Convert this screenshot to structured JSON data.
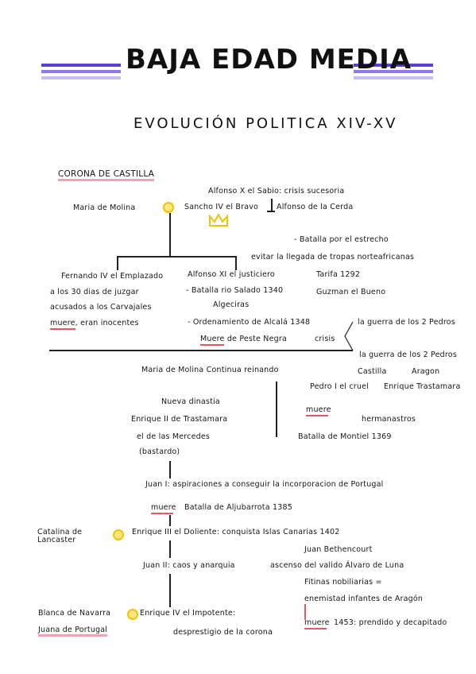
{
  "header": {
    "title": "BAJA EDAD MEDIA",
    "subtitle": "EVOLUCIÓN POLITICA  XIV-XV",
    "accent_colors": [
      "#5b3fd6",
      "#8f7ae6",
      "#c8bdf3"
    ]
  },
  "section": {
    "heading": "CORONA DE CASTILLA"
  },
  "notes": {
    "alfonso_x": "Alfonso X el Sabio: crisis sucesoria",
    "maria_molina": "Maria de Molina",
    "sancho_iv": "Sancho IV el Bravo",
    "alfonso_cerda": "Alfonso de la Cerda",
    "batalla_estrecho": "- Batalla por el estrecho",
    "evitar_llegada": "evitar la llegada de tropas norteafricanas",
    "fernando_iv": "Fernando IV el Emplazado",
    "alfonso_xi": "Alfonso XI el justiciero",
    "tarifa": "Tarifa 1292",
    "guzman": "Guzman el Bueno",
    "treinta_dias": "a los 30 dias de juzgar",
    "acusados": "acusados a los Carvajales",
    "muere_inocentes": "muere, eran inocentes",
    "batalla_salado": "- Batalla rio Salado 1340",
    "algeciras": "Algeciras",
    "ordenamiento": "- Ordenamiento de Alcalá 1348",
    "muere_peste": "Muere de Peste Negra",
    "crisis": "crisis",
    "guerra_dos_pedros": "la guerra de los 2 Pedros",
    "guerra_2_pedros": "la guerra de los 2 Pedros",
    "castilla": "Castilla",
    "aragon": "Aragon",
    "maria_continua": "Maria de Molina Continua reinando",
    "pedro_cruel": "Pedro I el cruel",
    "enrique_trastamara_right": "Enrique Trastamara",
    "nueva_dinastia": "Nueva dinastia",
    "enrique_ii": "Enrique II de Trastamara",
    "mercedes": "el de las Mercedes",
    "bastardo": "(bastardo)",
    "muere_1": "muere",
    "hermanastros": "hermanastros",
    "batalla_montiel": "Batalla de Montiel 1369",
    "juan_i": "Juan I: aspiraciones a conseguir la incorporacion de Portugal",
    "muere_2": "muere",
    "aljubarrota": "Batalla de Aljubarrota 1385",
    "catalina": "Catalina de Lancaster",
    "enrique_iii": "Enrique III el Doliente: conquista Islas Canarias 1402",
    "bethencourt": "Juan Bethencourt",
    "juan_ii": "Juan II: caos y anarquia",
    "ascenso_alvaro": "ascenso del valido Álvaro de Luna",
    "fitinas": "Fitinas nobiliarias =",
    "enemistad": "enemistad infantes de Aragón",
    "blanca": "Blanca de Navarra",
    "enrique_iv": "Enrique IV el Impotente:",
    "juana": "Juana de Portugal",
    "desprestigio": "desprestigio de la corona",
    "muere_3": "muere",
    "muere_1453": "1453: prendido y decapitado"
  }
}
